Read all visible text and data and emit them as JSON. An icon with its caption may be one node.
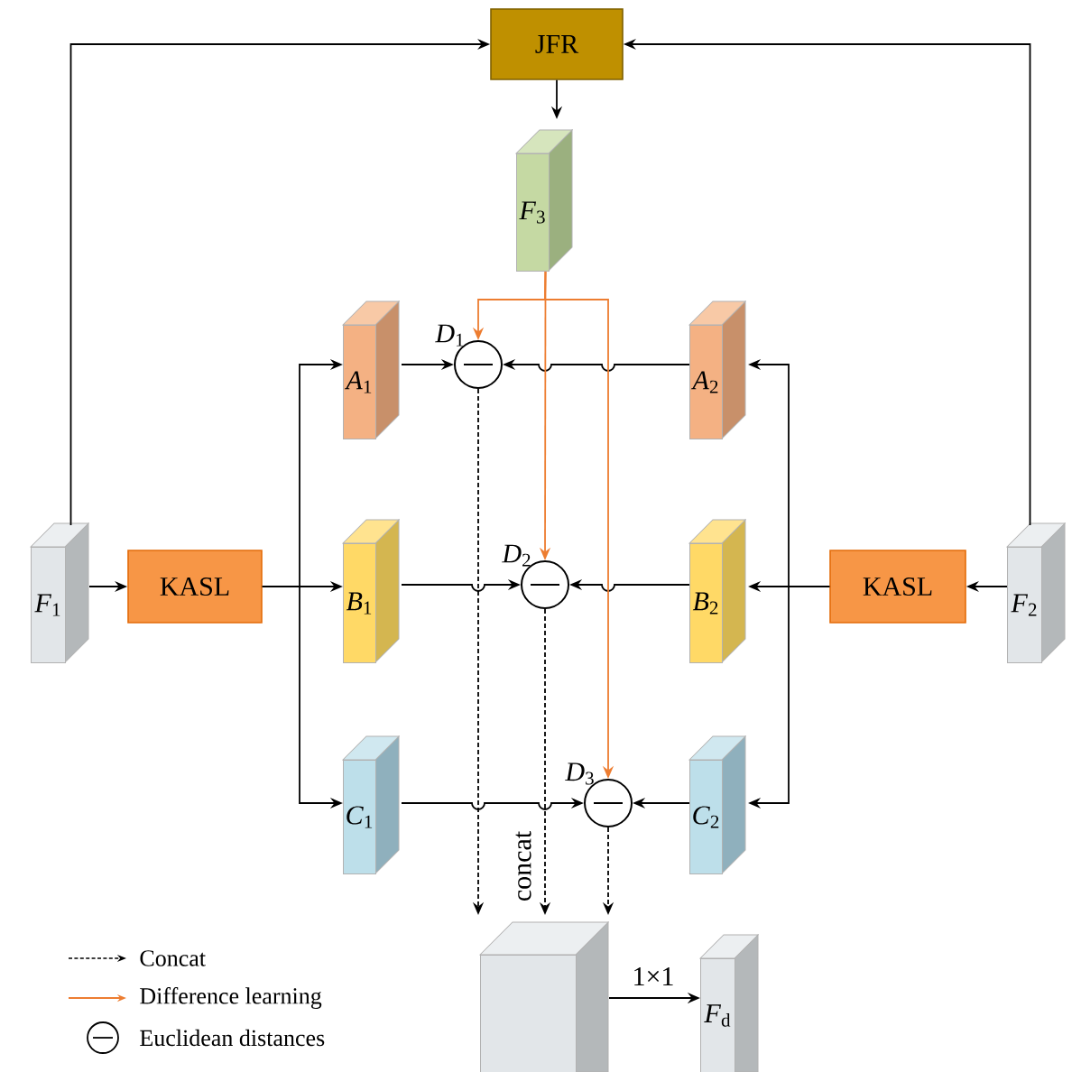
{
  "diagram": {
    "nodes": [
      {
        "text": [
          "JFR"
        ]
      },
      {
        "text": [
          "*F*$_{3}$"
        ]
      },
      {
        "text": [
          "*F*$_{1}$"
        ]
      },
      {
        "text": [
          "KASL"
        ]
      },
      {
        "text": [
          "*A*$_{1}$"
        ]
      },
      {
        "text": [
          "*B*$_{1}$"
        ]
      },
      {
        "text": [
          "*C*$_{1}$"
        ]
      },
      {
        "text": [],
        "shape": "circle",
        "beside": [
          "*D*$_{1}$"
        ]
      },
      {
        "text": [],
        "shape": "circle",
        "beside": [
          "*D*$_{2}$"
        ]
      },
      {
        "text": [],
        "shape": "circle",
        "beside": [
          "*D*$_{3}$"
        ]
      },
      {
        "text": [
          "*A*$_{2}$"
        ]
      },
      {
        "text": [
          "*B*$_{2}$"
        ]
      },
      {
        "text": [
          "*C*$_{2}$"
        ]
      },
      {
        "text": [
          "KASL"
        ]
      },
      {
        "text": [
          "*F*$_{2}$"
        ]
      },
      {
        "text": [],
        "shape": "box"
      },
      {
        "text": [
          "*F*$_{d}$"
        ]
      }
    ],
    "edges": [
      {
        "from": 2,
        "to": 0,
        "arrow": "to"
      },
      {
        "from": 14,
        "to": 0,
        "arrow": "to"
      },
      {
        "from": 0,
        "to": 1,
        "arrow": "to"
      },
      {
        "from": 2,
        "to": 3,
        "arrow": "to"
      },
      {
        "from": 3,
        "to": 4,
        "arrow": "to"
      },
      {
        "from": 3,
        "to": 5,
        "arrow": "to"
      },
      {
        "from": 3,
        "to": 6,
        "arrow": "to"
      },
      {
        "from": 14,
        "to": 13,
        "arrow": "to"
      },
      {
        "from": 13,
        "to": 10,
        "arrow": "to"
      },
      {
        "from": 13,
        "to": 11,
        "arrow": "to"
      },
      {
        "from": 13,
        "to": 12,
        "arrow": "to"
      },
      {
        "from": 4,
        "to": 7,
        "arrow": "to"
      },
      {
        "from": 5,
        "to": 8,
        "arrow": "to"
      },
      {
        "from": 6,
        "to": 9,
        "arrow": "to"
      },
      {
        "from": 10,
        "to": 7,
        "arrow": "to"
      },
      {
        "from": 11,
        "to": 8,
        "arrow": "to"
      },
      {
        "from": 12,
        "to": 9,
        "arrow": "to"
      },
      {
        "from": 1,
        "to": 7,
        "arrow": "to",
        "color": "#ed7d31"
      },
      {
        "from": 1,
        "to": 8,
        "arrow": "to",
        "color": "#ed7d31"
      },
      {
        "from": 1,
        "to": 9,
        "arrow": "to",
        "color": "#ed7d31"
      },
      {
        "from": 7,
        "to": 15,
        "arrow": "to",
        "style": "dashed"
      },
      {
        "from": 8,
        "to": 15,
        "arrow": "to",
        "style": "dashed",
        "label": "concat"
      },
      {
        "from": 9,
        "to": 15,
        "arrow": "to",
        "style": "dashed"
      },
      {
        "from": 15,
        "to": 16,
        "arrow": "to",
        "label": "1×1"
      }
    ],
    "legend": [
      {
        "text": "Concat"
      },
      {
        "text": "Difference learning"
      },
      {
        "text": "Euclidean distances"
      }
    ]
  }
}
